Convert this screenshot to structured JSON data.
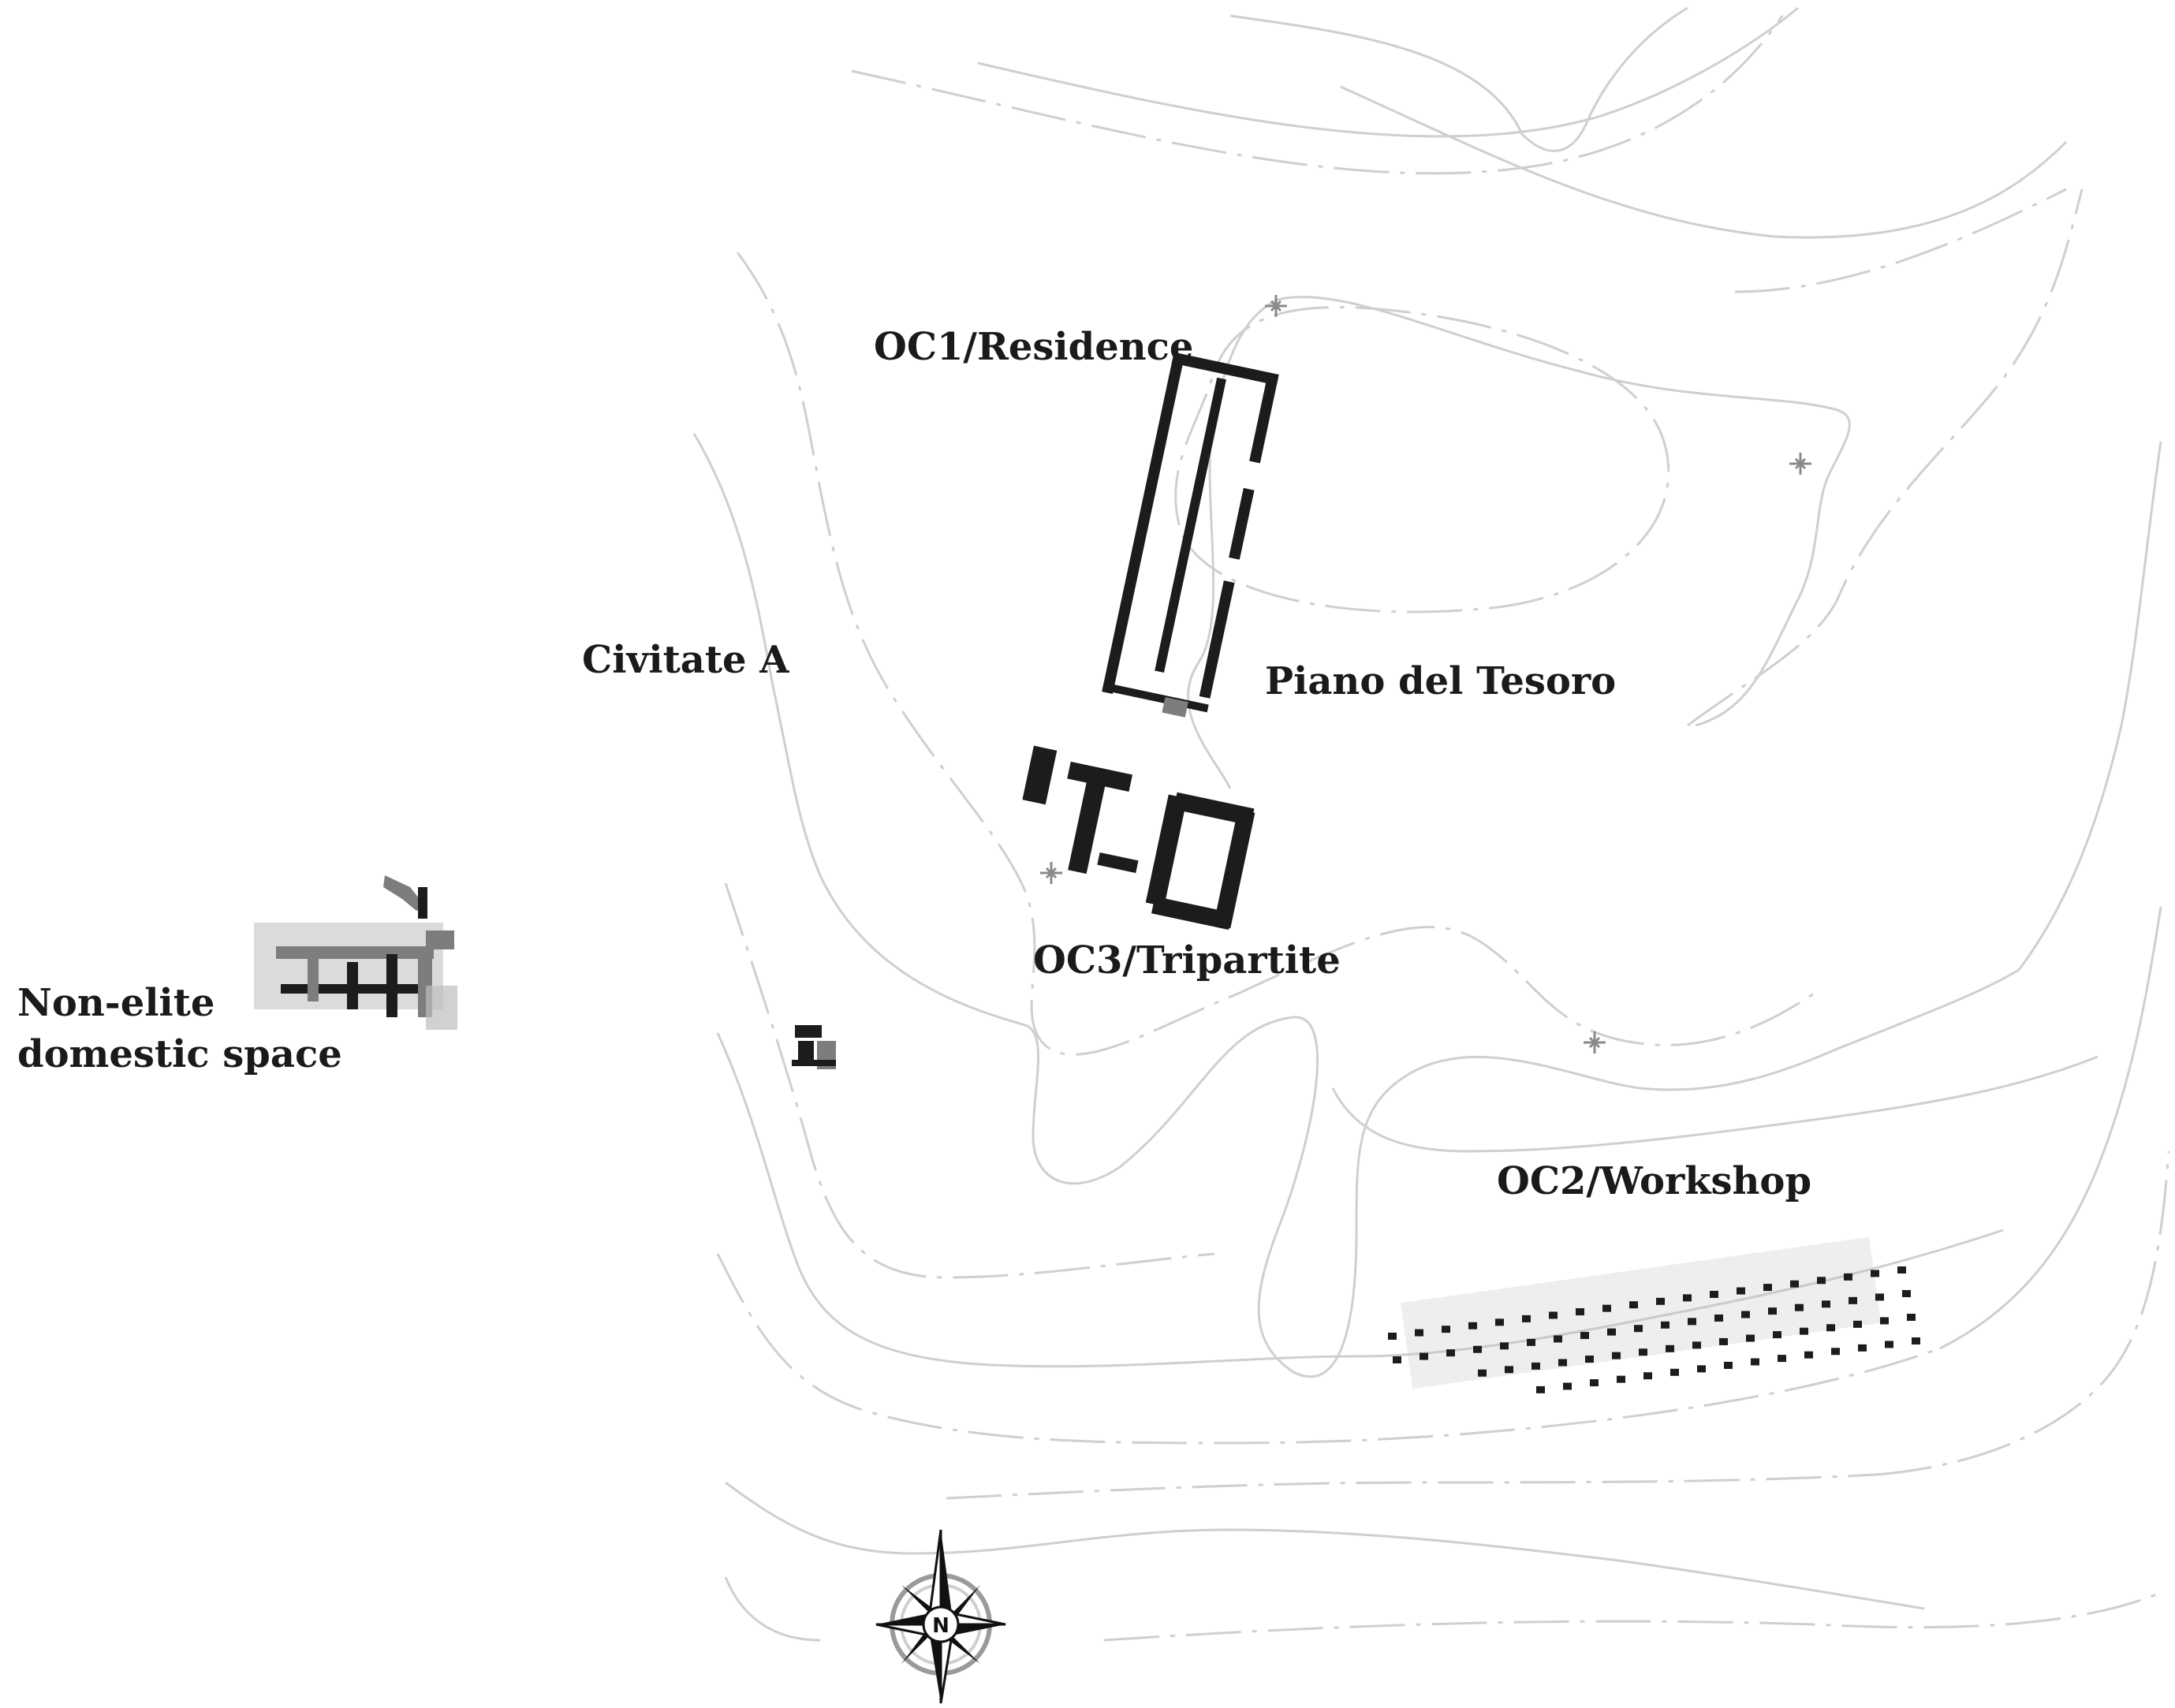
{
  "labels": {
    "oc1": "OC1/Residence",
    "civitate": "Civitate A",
    "piano": "Piano del Tesoro",
    "oc3": "OC3/Tripartite",
    "non_elite_line1": "Non-elite",
    "non_elite_line2": "domestic space",
    "oc2": "OC2/Workshop"
  },
  "north_arrow": {
    "letter": "N",
    "icon": "compass-rose-icon"
  },
  "colors": {
    "contours": "#cfcfcf",
    "structures": "#1c1c1c",
    "text": "#1a1a1a"
  }
}
